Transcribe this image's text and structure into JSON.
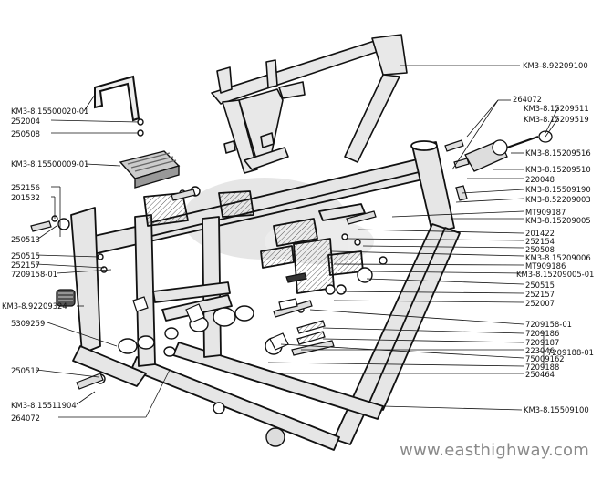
{
  "diagram": {
    "watermark": "www.easthighway.com",
    "labels": {
      "top_right": "KM3-8.92209100",
      "l_15500020": "KM3-8.15500020-01",
      "l_252004": "252004",
      "l_250508a": "250508",
      "l_15500009": "KM3-8.15500009-01",
      "l_252156": "252156",
      "l_201532": "201532",
      "l_250513": "250513",
      "l_250515a": "250515",
      "l_252157a": "252157",
      "l_7209158": "7209158-01",
      "l_92209324": "KM3-8.92209324",
      "l_5309259": "5309259",
      "l_250512": "250512",
      "l_15511904": "KM3-8.15511904",
      "l_264072b": "264072",
      "r_264072": "264072",
      "r_15209511": "KM3-8.15209511",
      "r_15209519": "KM3-8.15209519",
      "r_15209516": "KM3-8.15209516",
      "r_15209510": "KM3-8.15209510",
      "r_220048": "220048",
      "r_15509190": "KM3-8.15509190",
      "r_52209003": "KM3-8.52209003",
      "r_MT909187": "MT909187",
      "r_15209005": "KM3-8.15209005",
      "r_201422": "201422",
      "r_252154": "252154",
      "r_250508": "250508",
      "r_15209006": "KM3-8.15209006",
      "r_MT909186": "MT909186",
      "r_15209005_01": "KM3-8.15209005-01",
      "r_250515": "250515",
      "r_252157": "252157",
      "r_252007": "252007",
      "r_7209158_01": "7209158-01",
      "r_7209186": "7209186",
      "r_7209187": "7209187",
      "r_223046": "223046",
      "r_75009162": "75009162",
      "r_7209188": "7209188",
      "r_250464": "250464",
      "r_7209188_01": "7209188-01",
      "r_15509100": "KM3-8.15509100"
    },
    "colors": {
      "ink": "#111111",
      "frame_fill": "#e6e6e6",
      "watermark": "#8a8a8a"
    }
  }
}
